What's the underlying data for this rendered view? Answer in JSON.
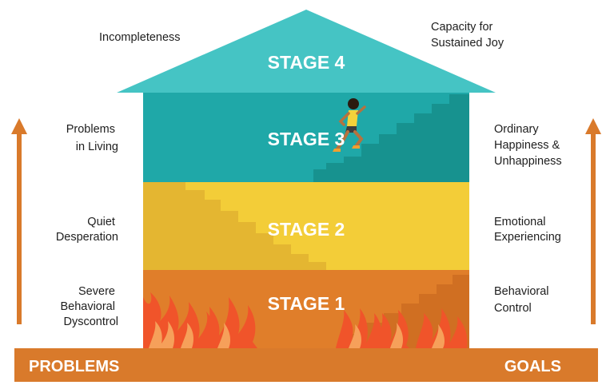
{
  "stages": [
    {
      "label": "STAGE 4"
    },
    {
      "label": "STAGE 3"
    },
    {
      "label": "STAGE 2"
    },
    {
      "label": "STAGE 1"
    }
  ],
  "problems": [
    {
      "lines": [
        "Incompleteness"
      ]
    },
    {
      "lines": [
        "Problems",
        "in Living"
      ]
    },
    {
      "lines": [
        "Quiet",
        "Desperation"
      ]
    },
    {
      "lines": [
        "Severe",
        "Behavioral",
        "Dyscontrol"
      ]
    }
  ],
  "goals": [
    {
      "lines": [
        "Capacity for",
        "Sustained Joy"
      ]
    },
    {
      "lines": [
        "Ordinary",
        "Happiness &",
        "Unhappiness"
      ]
    },
    {
      "lines": [
        "Emotional",
        "Experiencing"
      ]
    },
    {
      "lines": [
        "Behavioral",
        "Control"
      ]
    }
  ],
  "base": {
    "left": "PROBLEMS",
    "right": "GOALS"
  },
  "icons": [
    "up-arrow-icon",
    "up-arrow-icon",
    "runner-icon",
    "flames-icon",
    "stairs-icon"
  ],
  "colors": {
    "roof": "#45c4c4",
    "stage3": "#1fa8a8",
    "stage2": "#f3cd38",
    "stage1": "#e07e2a",
    "base": "#d97a2b",
    "arrow": "#d97a2b",
    "flame_outer": "#f0542a",
    "flame_inner": "#f6a05a"
  }
}
